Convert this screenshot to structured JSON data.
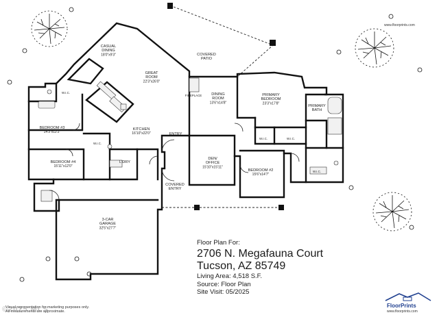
{
  "rooms": {
    "casual_dining": {
      "name": "CASUAL\nDINING",
      "dim": "18'0\"x9'3\""
    },
    "great_room": {
      "name": "GREAT\nROOM",
      "dim": "22'3\"x26'0\""
    },
    "covered_patio": {
      "name": "COVERED\nPATIO"
    },
    "dining_room": {
      "name": "DINING\nROOM",
      "dim": "13'6\"x14'8\""
    },
    "primary_bedroom": {
      "name": "PRIMARY\nBEDROOM",
      "dim": "23'3\"x17'8\""
    },
    "primary_bath": {
      "name": "PRIMARY\nBATH"
    },
    "bedroom3": {
      "name": "BEDROOM #3",
      "dim": "14'3\"x12'2\""
    },
    "bedroom4": {
      "name": "BEDROOM #4",
      "dim": "15'11\"x12'0\""
    },
    "kitchen": {
      "name": "KITCHEN",
      "dim": "16'10\"x22'0\""
    },
    "laundry": {
      "name": "L'DRY"
    },
    "entry": {
      "name": "ENTRY"
    },
    "den_office": {
      "name": "DEN/\nOFFICE",
      "dim": "15'10\"x15'11\""
    },
    "bedroom2": {
      "name": "BEDROOM #2",
      "dim": "15'6\"x14'7\""
    },
    "covered_entry": {
      "name": "COVERED\nENTRY"
    },
    "garage": {
      "name": "3-CAR\nGARAGE",
      "dim": "32'5\"x27'7\""
    },
    "wic": {
      "name": "W.I.C."
    },
    "bath": {
      "name": "BATH"
    },
    "fireplace": {
      "name": "FIREPLACE"
    }
  },
  "info": {
    "header": "Floor Plan For:",
    "address_line1": "2706 N. Megafauna Court",
    "address_line2": "Tucson, AZ  85749",
    "living_area": "Living Area:  4,518 S.F.",
    "source": "Source:  Floor Plan",
    "site_visit": "Site Visit:  05/2025"
  },
  "disclaimer": {
    "line1": "Visual representation for marketing purposes only.",
    "line2": "All measurements are approximate."
  },
  "watermark": "©2025 MLS",
  "logo": {
    "name": "FloorPrints",
    "url": "www.floorprints.com"
  },
  "top_url": "www.floorprints.com",
  "colors": {
    "wall": "#111111",
    "logo_blue": "#1f3f8f"
  }
}
